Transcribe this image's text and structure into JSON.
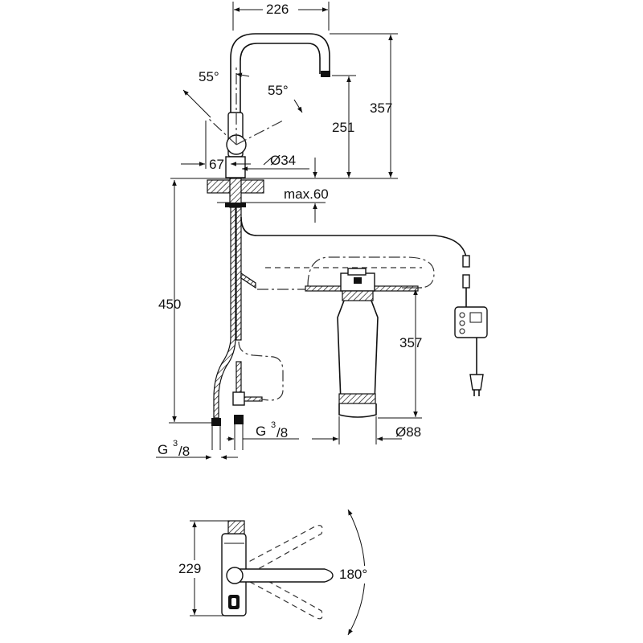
{
  "dimensions": {
    "spout_reach": "226",
    "angle_left": "55°",
    "angle_right": "55°",
    "total_height": "357",
    "spout_height": "251",
    "base_offset": "67",
    "hole_diameter": "Ø34",
    "max_thickness": "max.60",
    "hose_length": "450",
    "filter_height": "357",
    "filter_diameter": "Ø88",
    "connection_left_g": "G",
    "connection_left_sup": "3",
    "connection_left_sub": "/8",
    "connection_right_g": "G",
    "connection_right_sup": "3",
    "connection_right_sub": "/8",
    "top_view_depth": "229",
    "swivel_angle": "180°"
  },
  "colors": {
    "line": "#111111",
    "background": "#ffffff"
  }
}
